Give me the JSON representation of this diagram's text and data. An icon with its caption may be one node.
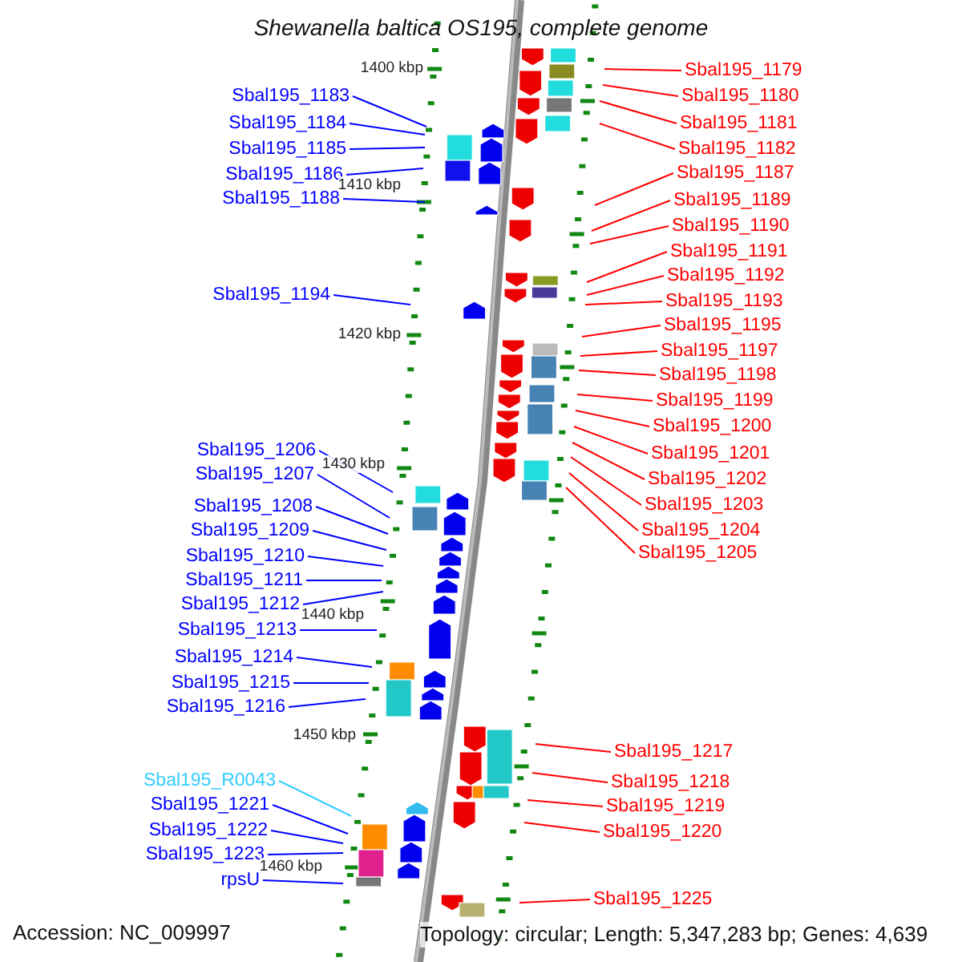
{
  "diagram": {
    "title": "Shewanella baltica OS195, complete genome",
    "nodes": [
      {
        "text": [
          "Sbal195_1183"
        ]
      },
      {
        "text": [
          "Sbal195_1184"
        ]
      },
      {
        "text": [
          "Sbal195_1185"
        ]
      },
      {
        "text": [
          "Sbal195_1186"
        ]
      },
      {
        "text": [
          "Sbal195_1188"
        ]
      },
      {
        "text": [
          "Sbal195_1194"
        ]
      },
      {
        "text": [
          "Sbal195_1206"
        ]
      },
      {
        "text": [
          "Sbal195_1207"
        ]
      },
      {
        "text": [
          "Sbal195_1208"
        ]
      },
      {
        "text": [
          "Sbal195_1209"
        ]
      },
      {
        "text": [
          "Sbal195_1210"
        ]
      },
      {
        "text": [
          "Sbal195_1211"
        ]
      },
      {
        "text": [
          "Sbal195_1212"
        ]
      },
      {
        "text": [
          "Sbal195_1213"
        ]
      },
      {
        "text": [
          "Sbal195_1214"
        ]
      },
      {
        "text": [
          "Sbal195_1215"
        ]
      },
      {
        "text": [
          "Sbal195_1216"
        ]
      },
      {
        "text": [
          "Sbal195_R0043"
        ]
      },
      {
        "text": [
          "Sbal195_1221"
        ]
      },
      {
        "text": [
          "Sbal195_1222"
        ]
      },
      {
        "text": [
          "Sbal195_1223"
        ]
      },
      {
        "text": [
          "rpsU"
        ]
      },
      {
        "text": [
          "Sbal195_1179"
        ]
      },
      {
        "text": [
          "Sbal195_1180"
        ]
      },
      {
        "text": [
          "Sbal195_1181"
        ]
      },
      {
        "text": [
          "Sbal195_1182"
        ]
      },
      {
        "text": [
          "Sbal195_1187"
        ]
      },
      {
        "text": [
          "Sbal195_1189"
        ]
      },
      {
        "text": [
          "Sbal195_1190"
        ]
      },
      {
        "text": [
          "Sbal195_1191"
        ]
      },
      {
        "text": [
          "Sbal195_1192"
        ]
      },
      {
        "text": [
          "Sbal195_1193"
        ]
      },
      {
        "text": [
          "Sbal195_1195"
        ]
      },
      {
        "text": [
          "Sbal195_1197"
        ]
      },
      {
        "text": [
          "Sbal195_1198"
        ]
      },
      {
        "text": [
          "Sbal195_1199"
        ]
      },
      {
        "text": [
          "Sbal195_1200"
        ]
      },
      {
        "text": [
          "Sbal195_1201"
        ]
      },
      {
        "text": [
          "Sbal195_1202"
        ]
      },
      {
        "text": [
          "Sbal195_1203"
        ]
      },
      {
        "text": [
          "Sbal195_1204"
        ]
      },
      {
        "text": [
          "Sbal195_1205"
        ]
      },
      {
        "text": [
          "Sbal195_1217"
        ]
      },
      {
        "text": [
          "Sbal195_1218"
        ]
      },
      {
        "text": [
          "Sbal195_1219"
        ]
      },
      {
        "text": [
          "Sbal195_1220"
        ]
      },
      {
        "text": [
          "Sbal195_1225"
        ]
      }
    ],
    "edges": [
      {
        "from": 0,
        "to": null,
        "arrow": "none",
        "color": "#0000ff"
      },
      {
        "from": 1,
        "to": null,
        "arrow": "none",
        "color": "#0000ff"
      },
      {
        "from": 2,
        "to": null,
        "arrow": "none",
        "color": "#0000ff"
      },
      {
        "from": 3,
        "to": null,
        "arrow": "none",
        "color": "#0000ff"
      },
      {
        "from": 4,
        "to": null,
        "arrow": "none",
        "color": "#0000ff"
      },
      {
        "from": 5,
        "to": null,
        "arrow": "none",
        "color": "#0000ff"
      },
      {
        "from": 6,
        "to": null,
        "arrow": "none",
        "color": "#0000ff"
      },
      {
        "from": 7,
        "to": null,
        "arrow": "none",
        "color": "#0000ff"
      },
      {
        "from": 8,
        "to": null,
        "arrow": "none",
        "color": "#0000ff"
      },
      {
        "from": 9,
        "to": null,
        "arrow": "none",
        "color": "#0000ff"
      },
      {
        "from": 10,
        "to": null,
        "arrow": "none",
        "color": "#0000ff"
      },
      {
        "from": 11,
        "to": null,
        "arrow": "none",
        "color": "#0000ff"
      },
      {
        "from": 12,
        "to": null,
        "arrow": "none",
        "color": "#0000ff"
      },
      {
        "from": 13,
        "to": null,
        "arrow": "none",
        "color": "#0000ff"
      },
      {
        "from": 14,
        "to": null,
        "arrow": "none",
        "color": "#0000ff"
      },
      {
        "from": 15,
        "to": null,
        "arrow": "none",
        "color": "#0000ff"
      },
      {
        "from": 16,
        "to": null,
        "arrow": "none",
        "color": "#0000ff"
      },
      {
        "from": 17,
        "to": null,
        "arrow": "none",
        "color": "#33ccff"
      },
      {
        "from": 18,
        "to": null,
        "arrow": "none",
        "color": "#0000ff"
      },
      {
        "from": 19,
        "to": null,
        "arrow": "none",
        "color": "#0000ff"
      },
      {
        "from": 20,
        "to": null,
        "arrow": "none",
        "color": "#0000ff"
      },
      {
        "from": 21,
        "to": null,
        "arrow": "none",
        "color": "#0000ff"
      },
      {
        "from": 22,
        "to": null,
        "arrow": "none"
      },
      {
        "from": 23,
        "to": null,
        "arrow": "none"
      },
      {
        "from": 24,
        "to": null,
        "arrow": "none"
      },
      {
        "from": 25,
        "to": null,
        "arrow": "none"
      },
      {
        "from": 26,
        "to": null,
        "arrow": "none"
      },
      {
        "from": 27,
        "to": null,
        "arrow": "none"
      },
      {
        "from": 28,
        "to": null,
        "arrow": "none"
      },
      {
        "from": 29,
        "to": null,
        "arrow": "none"
      },
      {
        "from": 30,
        "to": null,
        "arrow": "none"
      },
      {
        "from": 31,
        "to": null,
        "arrow": "none"
      },
      {
        "from": 32,
        "to": null,
        "arrow": "none"
      },
      {
        "from": 33,
        "to": null,
        "arrow": "none"
      },
      {
        "from": 34,
        "to": null,
        "arrow": "none"
      },
      {
        "from": 35,
        "to": null,
        "arrow": "none"
      },
      {
        "from": 36,
        "to": null,
        "arrow": "none"
      },
      {
        "from": 37,
        "to": null,
        "arrow": "none"
      },
      {
        "from": 38,
        "to": null,
        "arrow": "none"
      },
      {
        "from": 39,
        "to": null,
        "arrow": "none"
      },
      {
        "from": 40,
        "to": null,
        "arrow": "none"
      },
      {
        "from": 41,
        "to": null,
        "arrow": "none"
      },
      {
        "from": 42,
        "to": null,
        "arrow": "none"
      },
      {
        "from": 43,
        "to": null,
        "arrow": "none"
      },
      {
        "from": 44,
        "to": null,
        "arrow": "none"
      },
      {
        "from": 45,
        "to": null,
        "arrow": "none"
      },
      {
        "from": 46,
        "to": null,
        "arrow": "none"
      }
    ],
    "labels": [
      "1400 kbp",
      "1410 kbp",
      "1420 kbp",
      "1430 kbp",
      "1440 kbp",
      "1450 kbp",
      "1460 kbp",
      "Accession: NC_009997",
      "Topology: circular; Length: 5,347,283 bp; Genes: 4,639"
    ]
  }
}
